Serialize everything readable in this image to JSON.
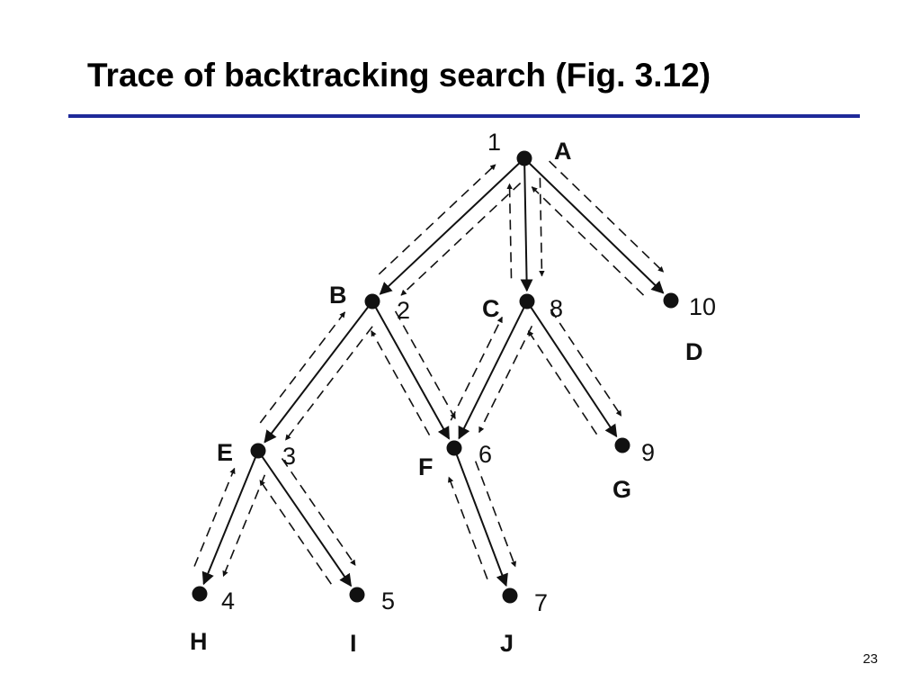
{
  "title": "Trace of backtracking search (Fig. 3.12)",
  "slide_number": "23",
  "colors": {
    "title_rule": "#1f2a99",
    "ink": "#111111"
  },
  "tree": {
    "nodes": [
      {
        "id": "A",
        "label": "A",
        "order": "1"
      },
      {
        "id": "B",
        "label": "B",
        "order": "2"
      },
      {
        "id": "C",
        "label": "C",
        "order": "8"
      },
      {
        "id": "D",
        "label": "D",
        "order": "10"
      },
      {
        "id": "E",
        "label": "E",
        "order": "3"
      },
      {
        "id": "F",
        "label": "F",
        "order": "6"
      },
      {
        "id": "G",
        "label": "G",
        "order": "9"
      },
      {
        "id": "H",
        "label": "H",
        "order": "4"
      },
      {
        "id": "I",
        "label": "I",
        "order": "5"
      },
      {
        "id": "J",
        "label": "J",
        "order": "7"
      }
    ],
    "edges": [
      {
        "from": "A",
        "to": "B"
      },
      {
        "from": "A",
        "to": "C"
      },
      {
        "from": "A",
        "to": "D"
      },
      {
        "from": "B",
        "to": "E"
      },
      {
        "from": "B",
        "to": "F"
      },
      {
        "from": "C",
        "to": "F"
      },
      {
        "from": "C",
        "to": "G"
      },
      {
        "from": "E",
        "to": "H"
      },
      {
        "from": "E",
        "to": "I"
      },
      {
        "from": "F",
        "to": "J"
      }
    ]
  }
}
